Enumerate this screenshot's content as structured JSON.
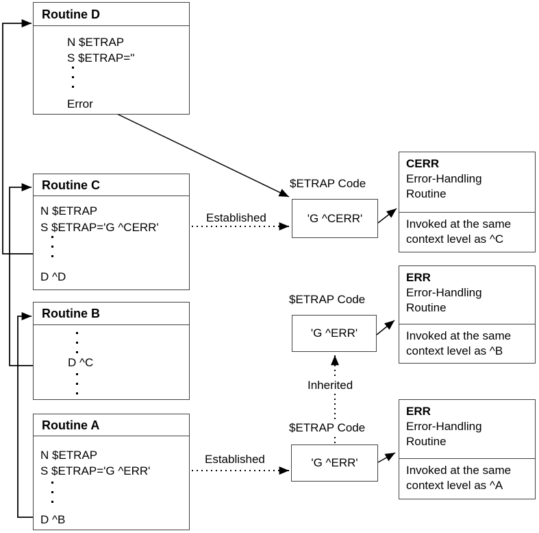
{
  "diagram": {
    "routine_d": {
      "title": "Routine D",
      "line1": "N $ETRAP",
      "line2": "S $ETRAP=''",
      "line3": "Error"
    },
    "routine_c": {
      "title": "Routine C",
      "line1": "N $ETRAP",
      "line2": "S $ETRAP='G ^CERR'",
      "line3": "D ^D"
    },
    "routine_b": {
      "title": "Routine B",
      "line1": "D ^C"
    },
    "routine_a": {
      "title": "Routine A",
      "line1": "N $ETRAP",
      "line2": "S $ETRAP='G ^ERR'",
      "line3": "D ^B"
    },
    "etrap_code_label": "$ETRAP Code",
    "code_cerr": "'G ^CERR'",
    "code_err_mid": "'G ^ERR'",
    "code_err_bot": "'G ^ERR'",
    "established_label": "Established",
    "inherited_label": "Inherited",
    "handler_cerr": {
      "name": "CERR",
      "type1": "Error-Handling",
      "type2": "Routine",
      "desc1": "Invoked at the same",
      "desc2": "context level as ^C"
    },
    "handler_err_b": {
      "name": "ERR",
      "type1": "Error-Handling",
      "type2": "Routine",
      "desc1": "Invoked at the same",
      "desc2": "context level as ^B"
    },
    "handler_err_a": {
      "name": "ERR",
      "type1": "Error-Handling",
      "type2": "Routine",
      "desc1": "Invoked at the same",
      "desc2": "context level as ^A"
    },
    "colors": {
      "line": "#000000",
      "border": "#404040",
      "background": "#ffffff"
    }
  }
}
